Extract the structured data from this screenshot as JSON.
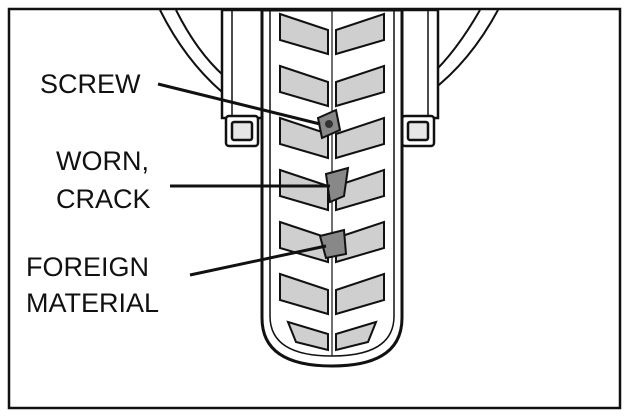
{
  "figure": {
    "callouts": {
      "screw": {
        "lines": [
          "SCREW"
        ]
      },
      "worn_crack": {
        "lines": [
          "WORN,",
          "CRACK"
        ]
      },
      "foreign_material": {
        "lines": [
          "FOREIGN",
          "MATERIAL"
        ]
      }
    },
    "colors": {
      "line": "#111111",
      "background": "#ffffff",
      "damage_fill": "#888888",
      "tread_gray": "#cfcfcf"
    }
  }
}
